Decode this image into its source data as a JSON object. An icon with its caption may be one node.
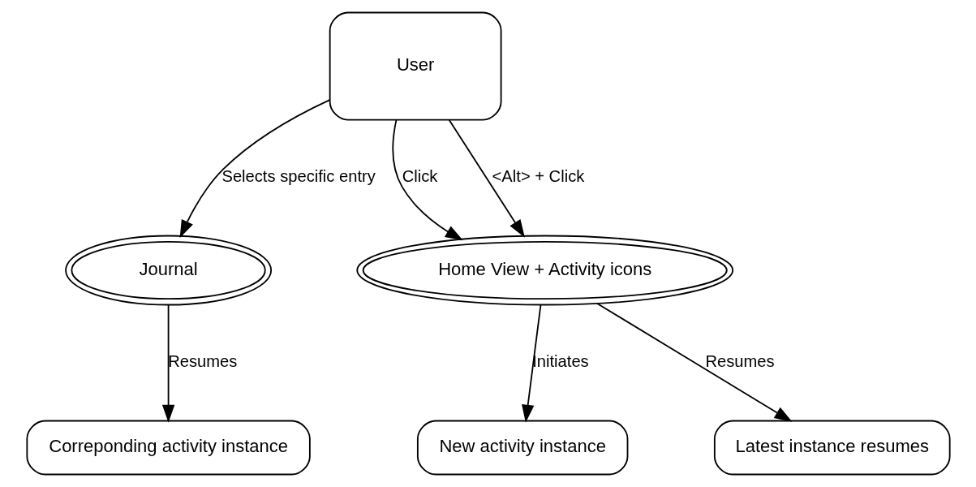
{
  "diagram": {
    "nodes": [
      {
        "text": [
          "New activity instance"
        ]
      },
      {
        "text": [
          "Journal"
        ]
      },
      {
        "text": [
          "User"
        ]
      },
      {
        "text": [
          "Home View + Activity icons"
        ]
      },
      {
        "text": [
          "Latest instance resumes"
        ]
      },
      {
        "text": [
          "Correponding activity instance"
        ]
      }
    ],
    "edges": [
      {
        "from": 2,
        "to": 1,
        "arrow": "to",
        "label": "Selects specific entry"
      },
      {
        "from": 2,
        "to": 3,
        "arrow": "to",
        "label": "Click"
      },
      {
        "from": 2,
        "to": 3,
        "arrow": "to",
        "label": "<Alt> + Click"
      },
      {
        "from": 3,
        "to": 0,
        "arrow": "to",
        "label": "Initiates"
      },
      {
        "from": 3,
        "to": 4,
        "arrow": "to",
        "label": "Resumes"
      },
      {
        "from": 1,
        "to": 5,
        "arrow": "to",
        "label": "Resumes"
      }
    ]
  }
}
